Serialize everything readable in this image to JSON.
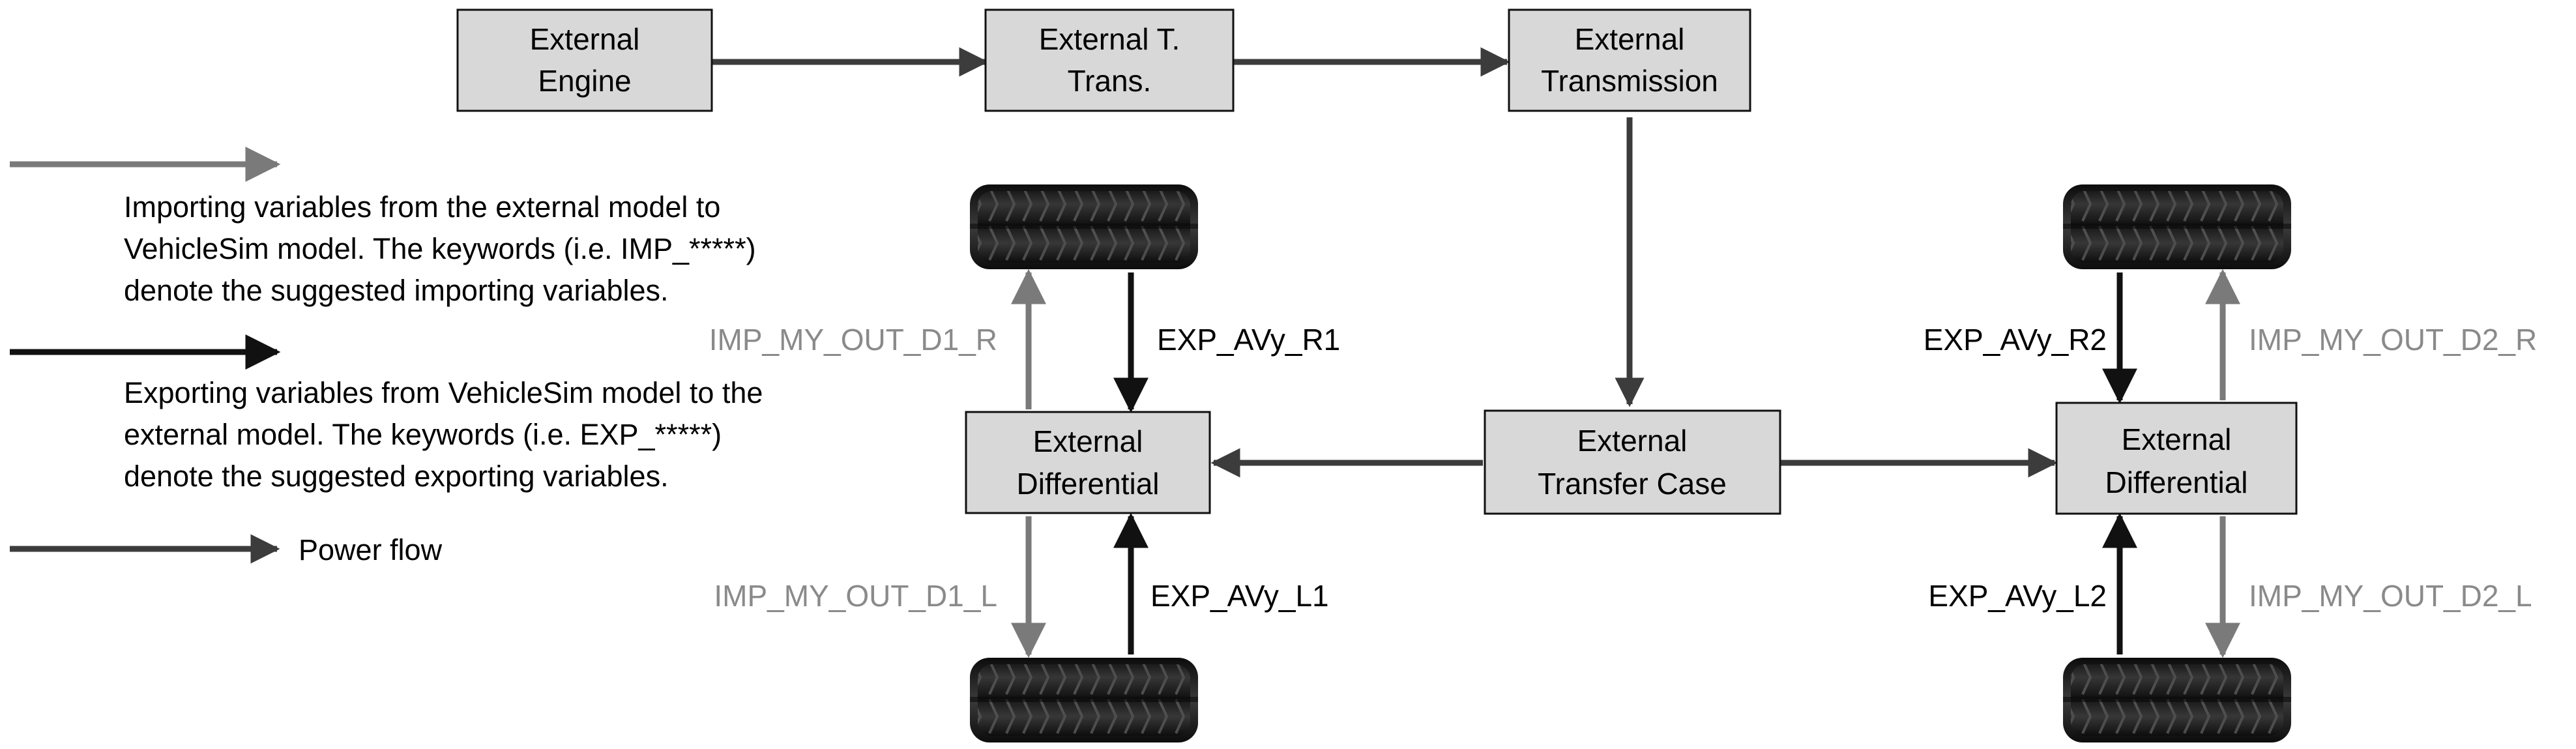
{
  "colors": {
    "box_fill": "#d8d8d8",
    "box_stroke": "#111111",
    "export_arrow": "#111111",
    "import_arrow": "#7a7a7a",
    "power_arrow": "#3c3c3c",
    "gray_text": "#8a8a8a",
    "tire": "#1a1a1a"
  },
  "boxes": {
    "engine": [
      "External",
      "Engine"
    ],
    "torque_trans": [
      "External T.",
      "Trans."
    ],
    "transmission": [
      "External",
      "Transmission"
    ],
    "transfer_case": [
      "External",
      "Transfer Case"
    ],
    "diff_left": [
      "External",
      "Differential"
    ],
    "diff_right": [
      "External",
      "Differential"
    ]
  },
  "legend": {
    "import_text": [
      "Importing variables from the external model to",
      "VehicleSim model. The keywords (i.e. IMP_*****)",
      "denote the suggested importing variables."
    ],
    "export_text": [
      "Exporting variables from VehicleSim model to the",
      "external model. The keywords (i.e. EXP_*****)",
      "denote the suggested exporting variables."
    ],
    "power_text": "Power flow"
  },
  "labels": {
    "imp_d1_r": "IMP_MY_OUT_D1_R",
    "exp_avy_r1": "EXP_AVy_R1",
    "imp_d1_l": "IMP_MY_OUT_D1_L",
    "exp_avy_l1": "EXP_AVy_L1",
    "exp_avy_r2": "EXP_AVy_R2",
    "imp_d2_r": "IMP_MY_OUT_D2_R",
    "exp_avy_l2": "EXP_AVy_L2",
    "imp_d2_l": "IMP_MY_OUT_D2_L"
  },
  "icons": {
    "tire": "tire-icon"
  }
}
